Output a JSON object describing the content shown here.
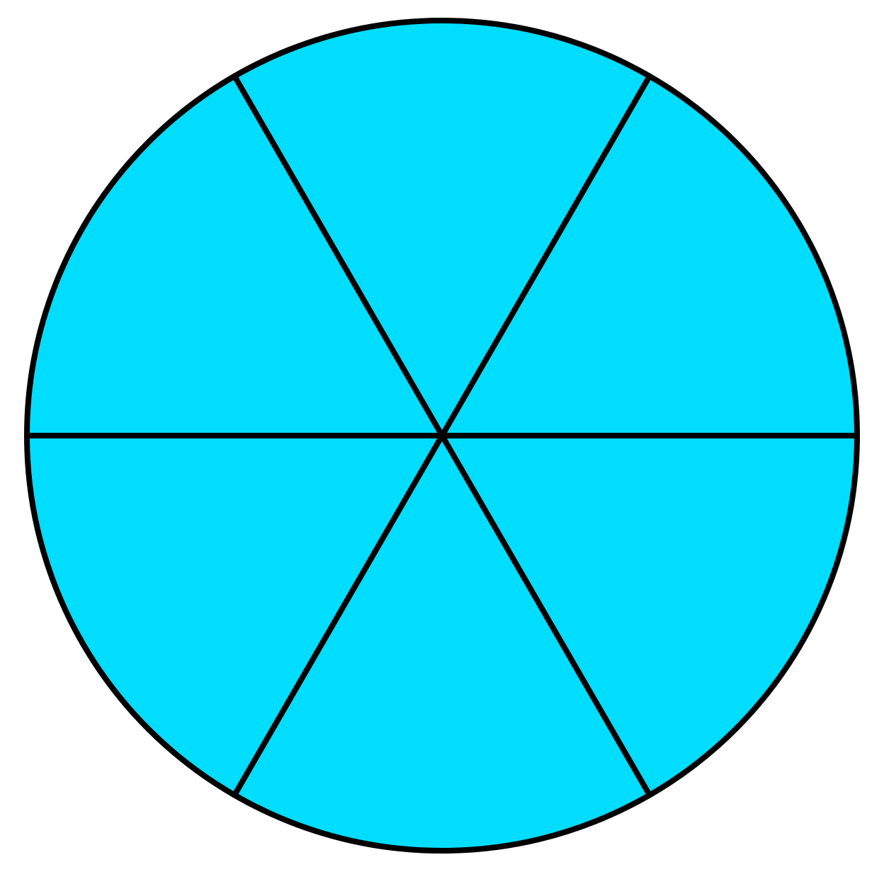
{
  "figure": {
    "shape": "circle",
    "equal_parts": 6,
    "shaded_parts": 6,
    "colors": {
      "fill": "#00DDFF",
      "stroke": "#000000",
      "background": "#FFFFFF"
    }
  }
}
